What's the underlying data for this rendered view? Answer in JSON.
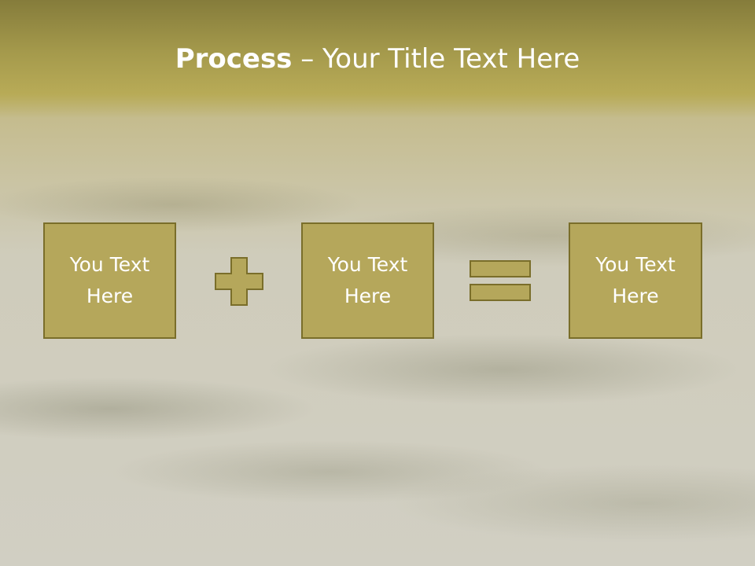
{
  "slide": {
    "title_bold": "Process",
    "title_rest": " – Your Title Text Here",
    "boxes": [
      {
        "text": "You Text Here"
      },
      {
        "text": "You Text Here"
      },
      {
        "text": "You Text Here"
      }
    ],
    "operators": [
      "plus-icon",
      "equals-icon"
    ]
  },
  "colors": {
    "header": "#a59a4c",
    "box_fill": "#b5a75b",
    "box_border": "#7a6e2a",
    "text": "#ffffff"
  }
}
